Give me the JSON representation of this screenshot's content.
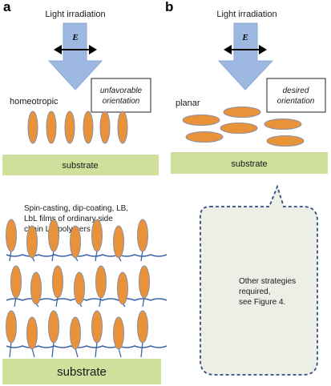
{
  "panel_a": {
    "letter": "a",
    "light": "Light irradiation",
    "field": "E",
    "orientation_label": "homeotropic",
    "callout_line1": "unfavorable",
    "callout_line2": "orientation",
    "substrate": "substrate",
    "film_line1": "Spin-casting, dip-coating, LB,",
    "film_line2": "LbL  films of ordinary side",
    "film_line3": "chain LC polymers",
    "bottom_substrate": "substrate"
  },
  "panel_b": {
    "letter": "b",
    "light": "Light irradiation",
    "field": "E",
    "orientation_label": "planar",
    "callout_line1": "desired",
    "callout_line2": "orientation",
    "substrate": "substrate",
    "bubble_line1": "Other strategies",
    "bubble_line2": "required,",
    "bubble_line3": "see Figure 4."
  },
  "colors": {
    "mesogen_fill": "#e8923a",
    "mesogen_stroke": "#8a8fa6",
    "substrate_fill": "#cfdf9c",
    "arrow_fill": "#9db9e1",
    "polymer_line": "#3d64a8",
    "bubble_fill": "#edeee6",
    "bubble_stroke": "#2e4f86"
  }
}
